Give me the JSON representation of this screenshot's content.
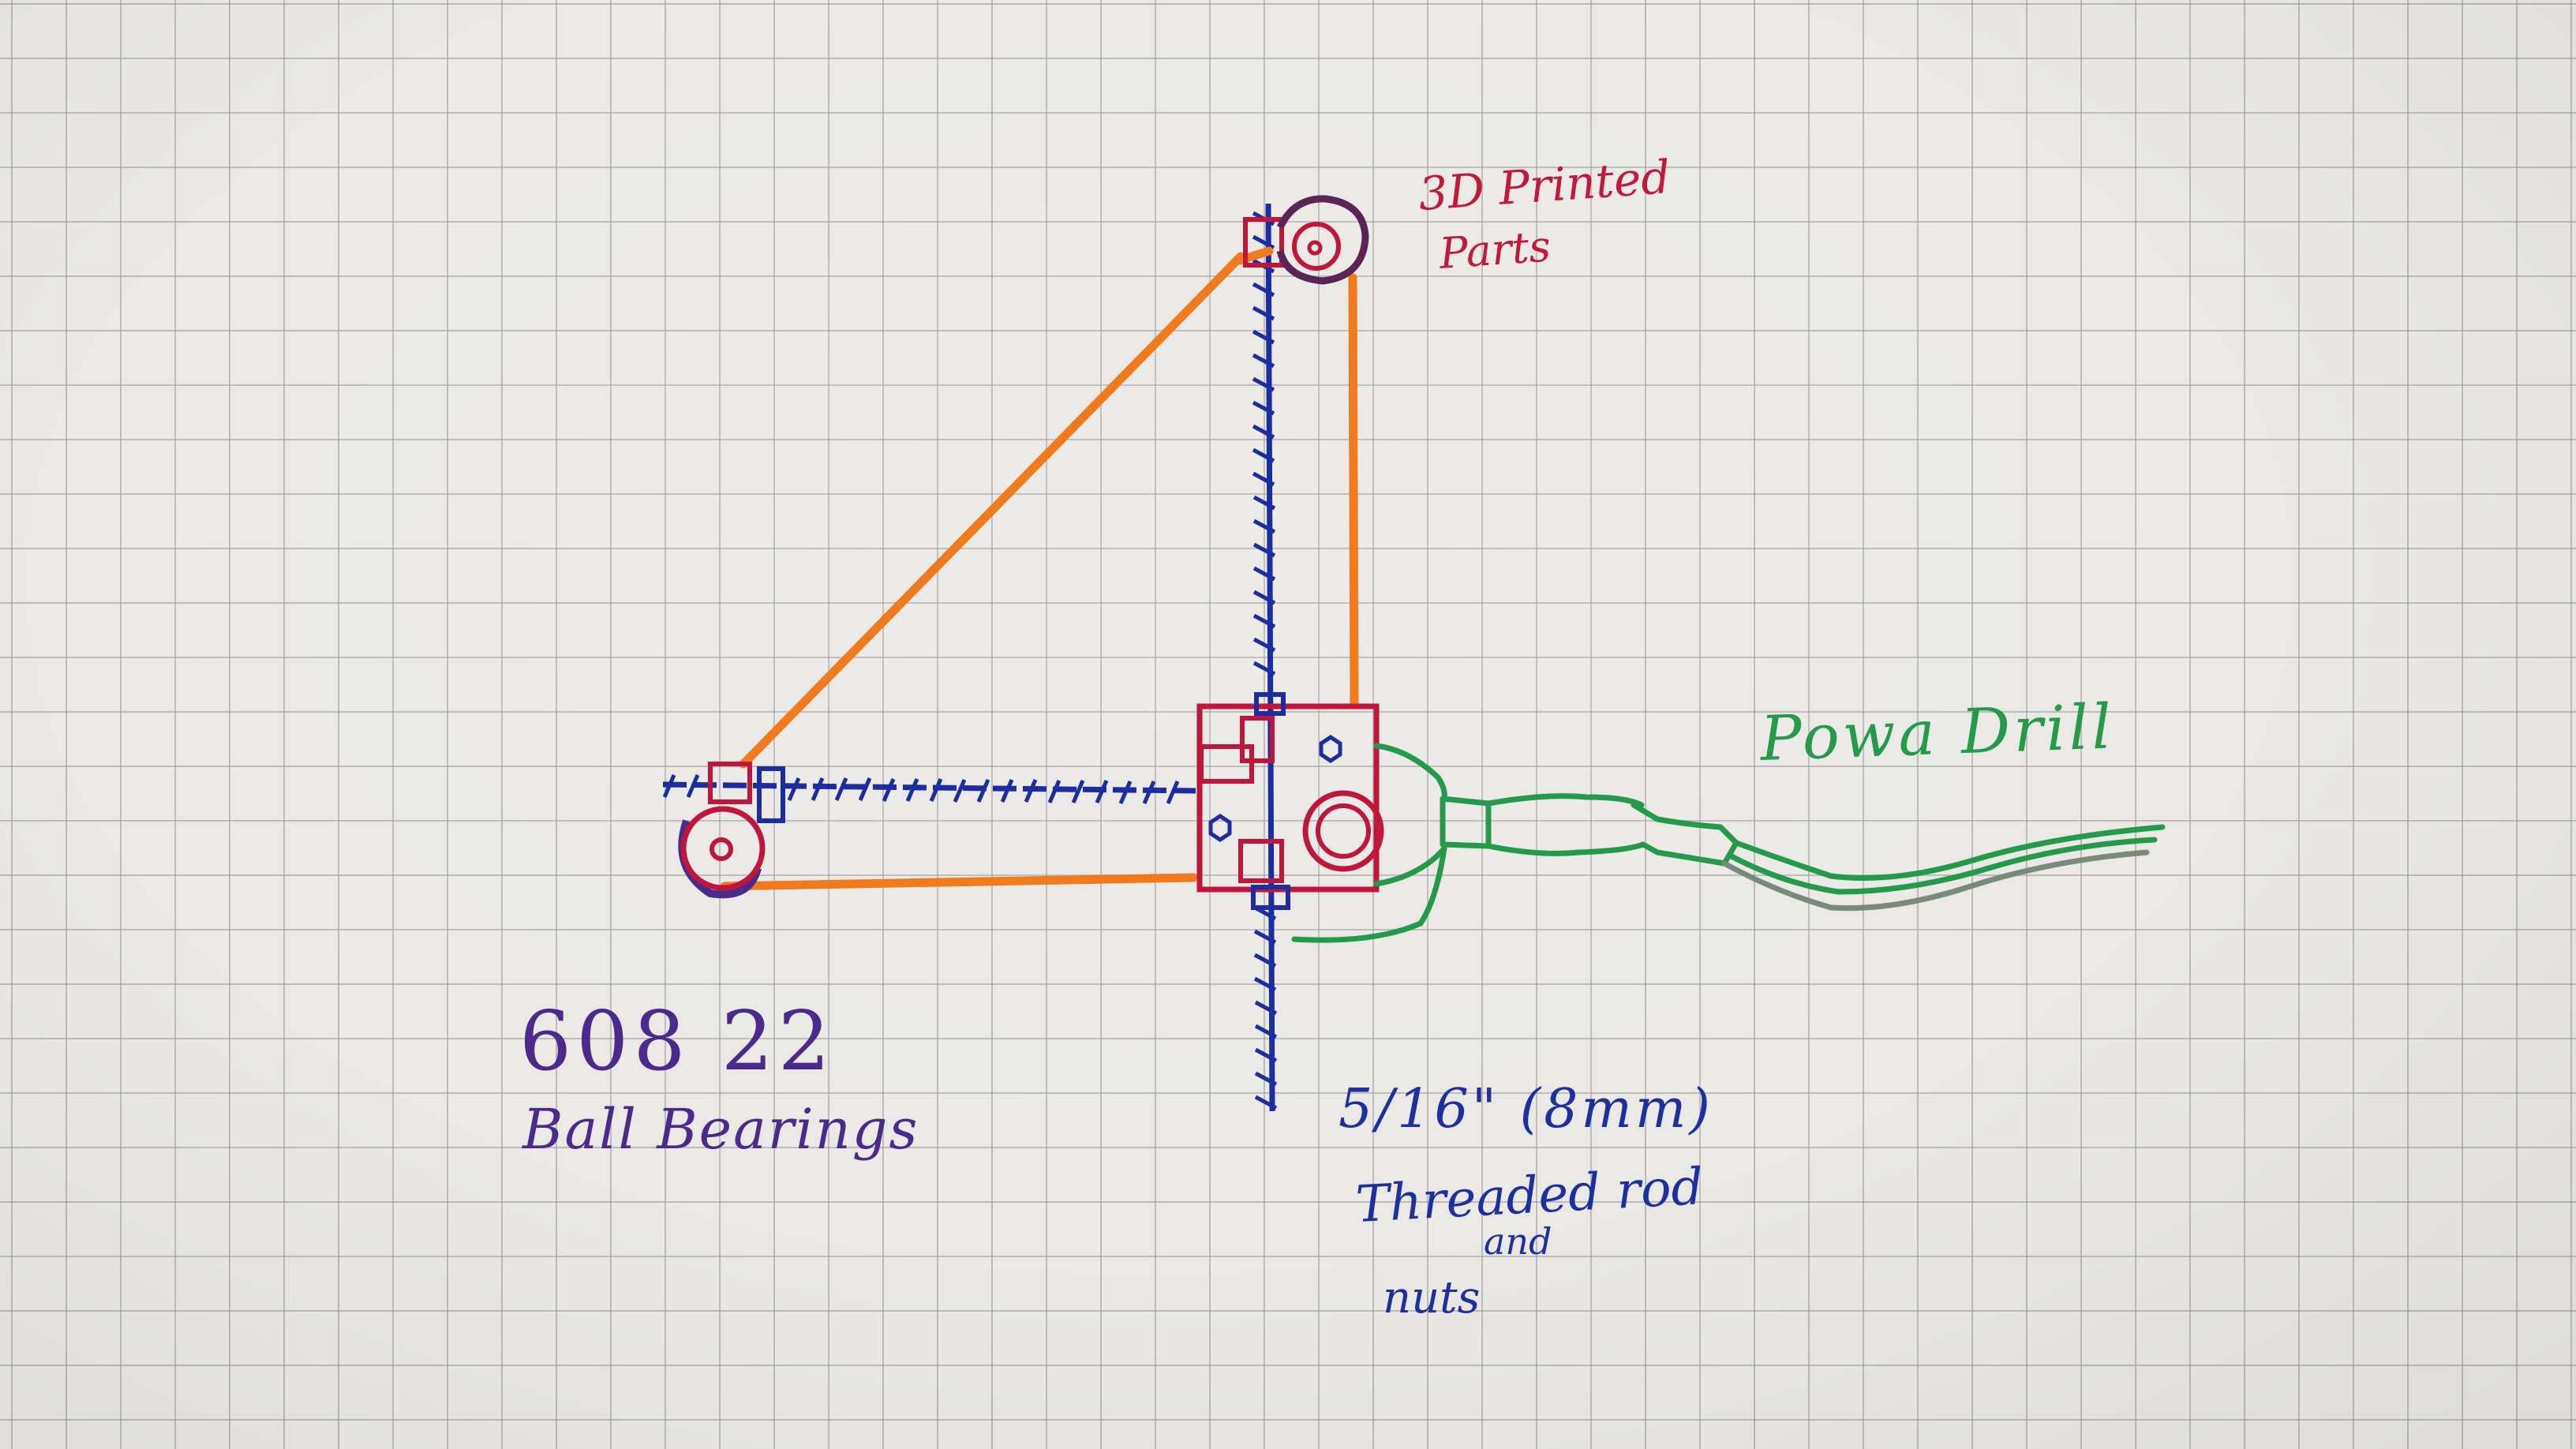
{
  "labels": {
    "printed_parts": [
      "3D Printed",
      "Parts"
    ],
    "drill": "Powa Drill",
    "bearing_code": "608 22",
    "bearing_desc": "Ball Bearings",
    "rod_size": "5/16\" (8mm)",
    "rod_desc": [
      "Threaded rod",
      "and",
      "nuts"
    ]
  },
  "colors": {
    "frame": "#f07a1c",
    "rod": "#1b2da0",
    "printed": "#c0163c",
    "bearing": "#4a2a8c",
    "drill": "#249a4a",
    "grid": "#9a9a9a",
    "paper": "#eae9e6"
  }
}
